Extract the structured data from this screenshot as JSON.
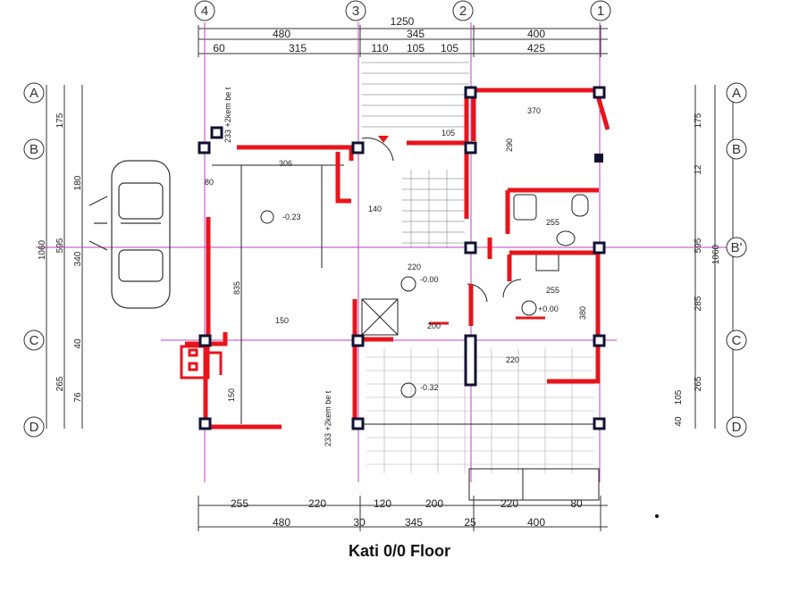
{
  "caption": "Kati 0/0 Floor",
  "axes": {
    "vertical": [
      "4",
      "3",
      "2",
      "1"
    ],
    "horizontal_left": [
      "A",
      "B",
      "",
      "C",
      "D"
    ],
    "horizontal_right": [
      "A",
      "B",
      "B'",
      "C",
      "D"
    ]
  },
  "dimensions": {
    "top_overall": "1250",
    "top_row1": [
      "480",
      "345",
      "400"
    ],
    "top_row2": [
      "60",
      "315",
      "110",
      "105",
      "105",
      "425"
    ],
    "bottom_row1": [
      "255",
      "220",
      "120",
      "200",
      "220",
      "80"
    ],
    "bottom_row2": [
      "480",
      "30",
      "345",
      "25",
      "400"
    ],
    "left_overall": "1060",
    "left_sub": [
      "175",
      "180",
      "595",
      "340",
      "40",
      "265",
      "76"
    ],
    "right_overall": "1060",
    "right_sub": [
      "175",
      "12",
      "595",
      "285",
      "265",
      "105",
      "40"
    ]
  },
  "room_labels": {
    "level_minus": "-0.23",
    "level_zero1": "-0.00",
    "level_zero2": "+0.00",
    "level_032": "-0.32",
    "area_150": "150",
    "len_835": "835",
    "len_306": "306",
    "len_370": "370",
    "len_290": "290",
    "len_255a": "255",
    "len_255b": "255",
    "len_220a": "220",
    "len_220b": "220",
    "len_200": "200",
    "len_140": "140",
    "len_105": "105",
    "len_380": "380",
    "len_150": "150",
    "len_80": "80",
    "note_door": "233 +2kem be t"
  },
  "colors": {
    "walls": "#e8141b",
    "columns": "#111133",
    "axis_lines": "#c040c0",
    "lines": "#222222"
  }
}
